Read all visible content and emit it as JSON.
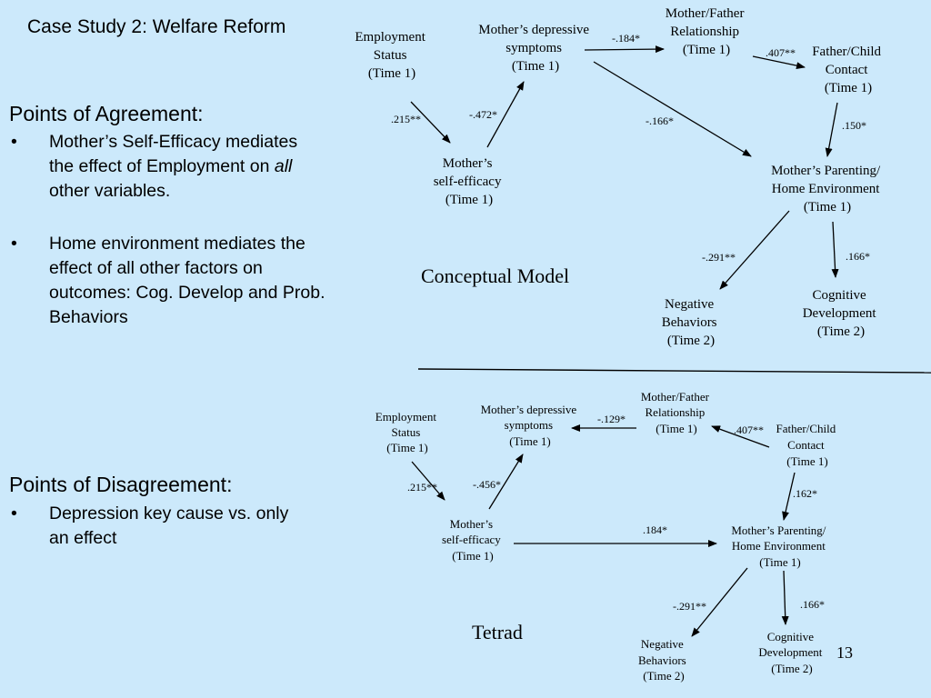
{
  "slide": {
    "title": "Case Study 2: Welfare Reform",
    "page_number": "13",
    "agreement": {
      "heading": "Points of Agreement:",
      "bullet1": {
        "line1": "Mother’s Self-Efficacy mediates",
        "line2_prefix": "the effect of Employment on ",
        "line2_emph": "all",
        "line3": "other variables."
      },
      "bullet2_lines": [
        "Home environment mediates the",
        "effect of all other factors on",
        "outcomes: Cog. Develop and Prob.",
        "Behaviors"
      ]
    },
    "disagreement": {
      "heading": "Points of Disagreement:",
      "bullet1_lines": [
        "Depression key cause vs. only",
        "an effect"
      ]
    },
    "bullet_symbol": "•"
  },
  "conceptual": {
    "title": "Conceptual Model",
    "nodes": {
      "employment": [
        "Employment",
        "Status",
        "(Time 1)"
      ],
      "depressive": [
        "Mother’s depressive",
        "symptoms",
        "(Time 1)"
      ],
      "relationship": [
        "Mother/Father",
        "Relationship",
        "(Time 1)"
      ],
      "father_child": [
        "Father/Child",
        "Contact",
        "(Time 1)"
      ],
      "efficacy": [
        "Mother’s",
        "self-efficacy",
        "(Time 1)"
      ],
      "parenting": [
        "Mother’s Parenting/",
        "Home Environment",
        "(Time 1)"
      ],
      "negative": [
        "Negative",
        "Behaviors",
        "(Time 2)"
      ],
      "cognitive": [
        "Cognitive",
        "Development",
        "(Time 2)"
      ]
    },
    "coefficients": {
      "emp_eff": ".215**",
      "eff_dep": "-.472*",
      "dep_rel": "-.184*",
      "rel_fc": ".407**",
      "dep_par": "-.166*",
      "fc_par": ".150*",
      "par_neg": "-.291**",
      "par_cog": ".166*"
    }
  },
  "tetrad": {
    "title": "Tetrad",
    "nodes": {
      "employment": [
        "Employment",
        "Status",
        "(Time 1)"
      ],
      "depressive": [
        "Mother’s depressive",
        "symptoms",
        "(Time 1)"
      ],
      "relationship": [
        "Mother/Father",
        "Relationship",
        "(Time 1)"
      ],
      "father_child": [
        "Father/Child",
        "Contact",
        "(Time 1)"
      ],
      "efficacy": [
        "Mother’s",
        "self-efficacy",
        "(Time 1)"
      ],
      "parenting": [
        "Mother’s Parenting/",
        "Home Environment",
        "(Time 1)"
      ],
      "negative": [
        "Negative",
        "Behaviors",
        "(Time 2)"
      ],
      "cognitive": [
        "Cognitive",
        "Development",
        "(Time 2)"
      ]
    },
    "coefficients": {
      "emp_eff": ".215**",
      "eff_dep": "-.456*",
      "rel_dep": "-.129*",
      "fc_rel": ".407**",
      "fc_par": ".162*",
      "eff_par": ".184*",
      "par_neg": "-.291**",
      "par_cog": ".166*"
    }
  }
}
